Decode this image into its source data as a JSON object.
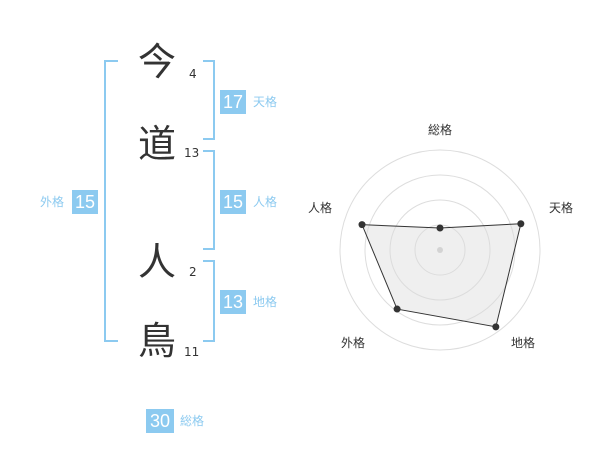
{
  "name_chars": [
    {
      "char": "今",
      "strokes": "4"
    },
    {
      "char": "道",
      "strokes": "13"
    },
    {
      "char": "人",
      "strokes": "2"
    },
    {
      "char": "鳥",
      "strokes": "11"
    }
  ],
  "kaku": {
    "tenkaku": {
      "value": "17",
      "label": "天格"
    },
    "jinkaku": {
      "value": "15",
      "label": "人格"
    },
    "chikaku": {
      "value": "13",
      "label": "地格"
    },
    "gaikaku": {
      "value": "15",
      "label": "外格"
    },
    "soukaku": {
      "value": "30",
      "label": "総格"
    }
  },
  "colors": {
    "accent": "#8ccaf0",
    "text": "#333333",
    "ring": "#dddddd",
    "fill": "#eeeeee"
  },
  "chart_data": {
    "type": "radar",
    "axes": [
      "総格",
      "天格",
      "地格",
      "外格",
      "人格"
    ],
    "values": [
      0.22,
      0.85,
      0.95,
      0.73,
      0.82
    ],
    "range": [
      0,
      1
    ],
    "rings": 4
  }
}
